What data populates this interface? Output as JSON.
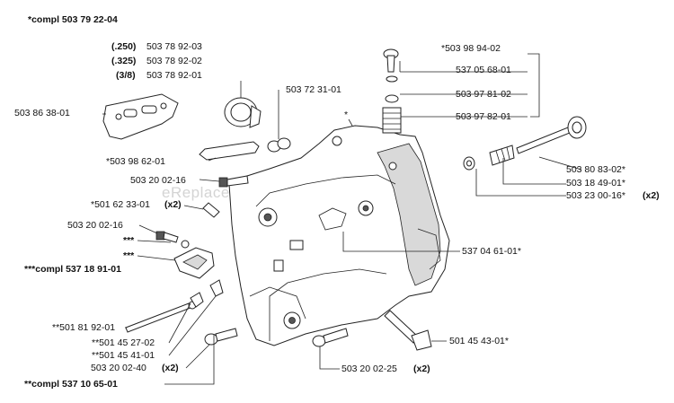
{
  "labels": {
    "compl_503792204": "*compl 503 79 22-04",
    "p250_prefix": "(.250)",
    "p250_num": "503 78 92-03",
    "p325_prefix": "(.325)",
    "p325_num": "503 78 92-02",
    "p38_prefix": "(3/8)",
    "p38_num": "503 78 92-01",
    "p503863801": "503 86 38-01",
    "p503723101": "503 72 31-01",
    "asterisk_top": "*",
    "p503989402": "*503 98 94-02",
    "p537056801": "537 05 68-01",
    "p503978102": "503 97 81-02",
    "p503978201": "503 97 82-01",
    "p503986201": "*503 98 62-01",
    "p503200216_a": "503 20 02-16",
    "p501623301": "*501 62 33-01",
    "x2_a": "(x2)",
    "p503808302": "503 80 83-02*",
    "p503184901": "503 18 49-01*",
    "p503230016": "503 23 00-16*",
    "x2_b": "(x2)",
    "p503200216_b": "503 20 02-16",
    "ast3_a": "***",
    "ast3_b": "***",
    "compl_537189101": "***compl 537 18 91-01",
    "p537046101": "537 04 61-01*",
    "p501819201": "**501 81 92-01",
    "p501452702": "**501 45 27-02",
    "p501454101": "**501 45 41-01",
    "p503200240": "503 20 02-40",
    "x2_c": "(x2)",
    "p501454301": "501 45 43-01*",
    "p503200225": "503 20 02-25",
    "x2_d": "(x2)",
    "compl_537106501": "**compl 537 10 65-01",
    "watermark": "eReplacementParts.com"
  }
}
